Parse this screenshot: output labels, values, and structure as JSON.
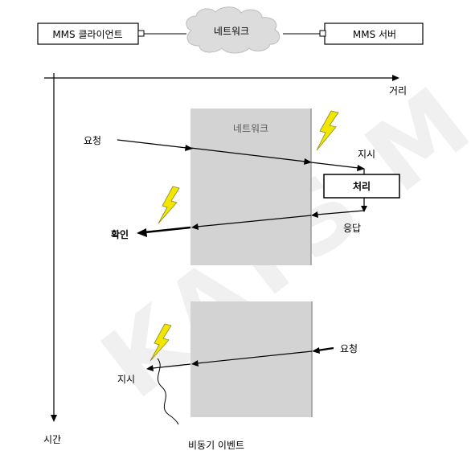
{
  "top": {
    "client_label": "MMS 클라이언트",
    "network_label": "네트워크",
    "server_label": "MMS 서버"
  },
  "axes": {
    "horizontal_label": "거리",
    "vertical_label": "시간"
  },
  "scenario_request": {
    "network_label": "네트워크",
    "request_label": "요청",
    "indication_label": "지시",
    "process_label": "처리",
    "response_label": "응답",
    "confirm_label": "확인"
  },
  "scenario_async": {
    "request_label": "요청",
    "indication_label": "지시",
    "caption": "비동기 이벤트"
  },
  "watermark": "KATS M",
  "colors": {
    "network_band": "#d3d3d3",
    "cloud": "#dcdcdc",
    "lightning": "#f2e600",
    "watermark": "#efefef"
  }
}
